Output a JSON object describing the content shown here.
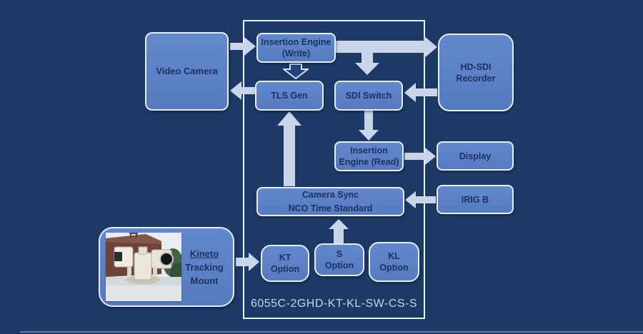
{
  "diagram": {
    "caption": "6055C-2GHD-KT-KL-SW-CS-S",
    "colors": {
      "background": "#1d3a67",
      "node_fill": "#5b80c6",
      "node_border": "#e7eef9",
      "node_text": "#1b3261",
      "arrow_fill": "#c9d6ea",
      "caption_text": "#c6d4ea"
    },
    "nodes": {
      "video_camera": {
        "label": "Video Camera"
      },
      "insertion_engine_write": {
        "line1": "Insertion Engine",
        "line2": "(Write)"
      },
      "hd_sdi_recorder": {
        "line1": "HD-SDI",
        "line2": "Recorder"
      },
      "tls_gen": {
        "label": "TLS Gen"
      },
      "sdi_switch": {
        "label": "SDI Switch"
      },
      "insertion_engine_read": {
        "line1": "Insertion",
        "line2": "Engine (Read)"
      },
      "display": {
        "label": "Display"
      },
      "camera_sync": {
        "line1": "Camera Sync",
        "line2": "NCO Time Standard"
      },
      "irig_b": {
        "label": "IRIG B"
      },
      "kt_option": {
        "line1": "KT",
        "line2": "Option"
      },
      "s_option": {
        "line1": "S",
        "line2": "Option"
      },
      "kl_option": {
        "line1": "KL",
        "line2": "Option"
      },
      "kineto_tracking_mount": {
        "line1": "Kineto",
        "line2": "Tracking",
        "line3": "Mount"
      }
    }
  }
}
